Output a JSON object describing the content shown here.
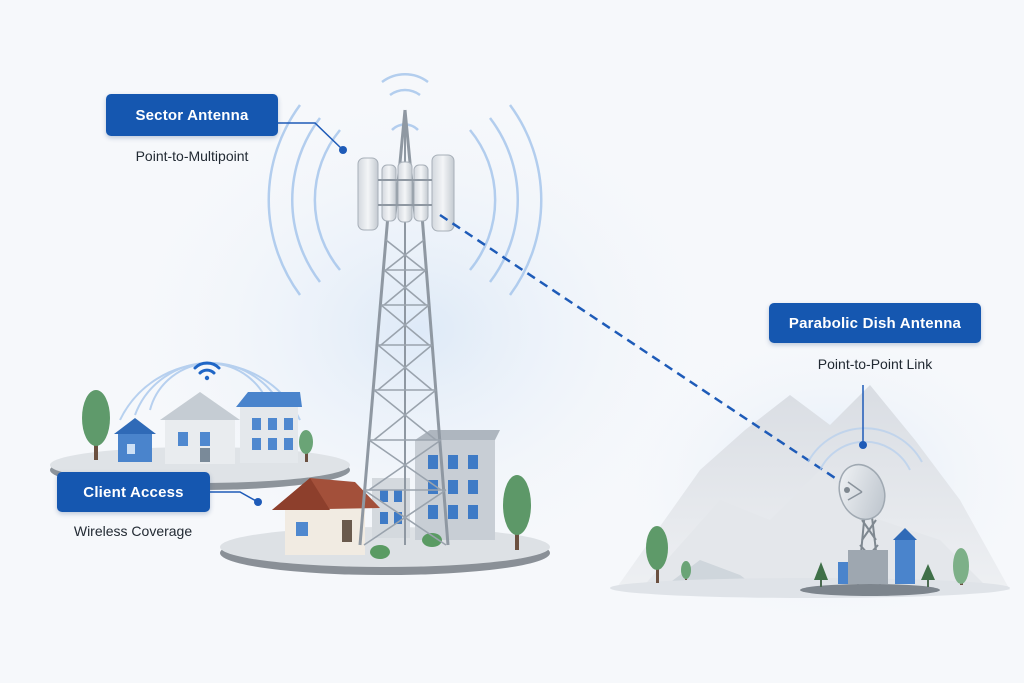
{
  "labels": {
    "sector": {
      "title": "Sector Antenna",
      "subtitle": "Point-to-Multipoint"
    },
    "dish": {
      "title": "Parabolic Dish Antenna",
      "subtitle": "Point-to-Point Link"
    },
    "client": {
      "title": "Client Access",
      "subtitle": "Wireless Coverage"
    }
  },
  "colors": {
    "accent": "#1557b0",
    "link_line": "#1e5bb8",
    "signal": "#6fa3e0",
    "tower_steel": "#9aa3ad",
    "background": "#f6f8fb"
  },
  "icons": [
    "wifi-icon",
    "cell-tower-icon",
    "satellite-dish-icon",
    "house-icon",
    "tree-icon"
  ]
}
